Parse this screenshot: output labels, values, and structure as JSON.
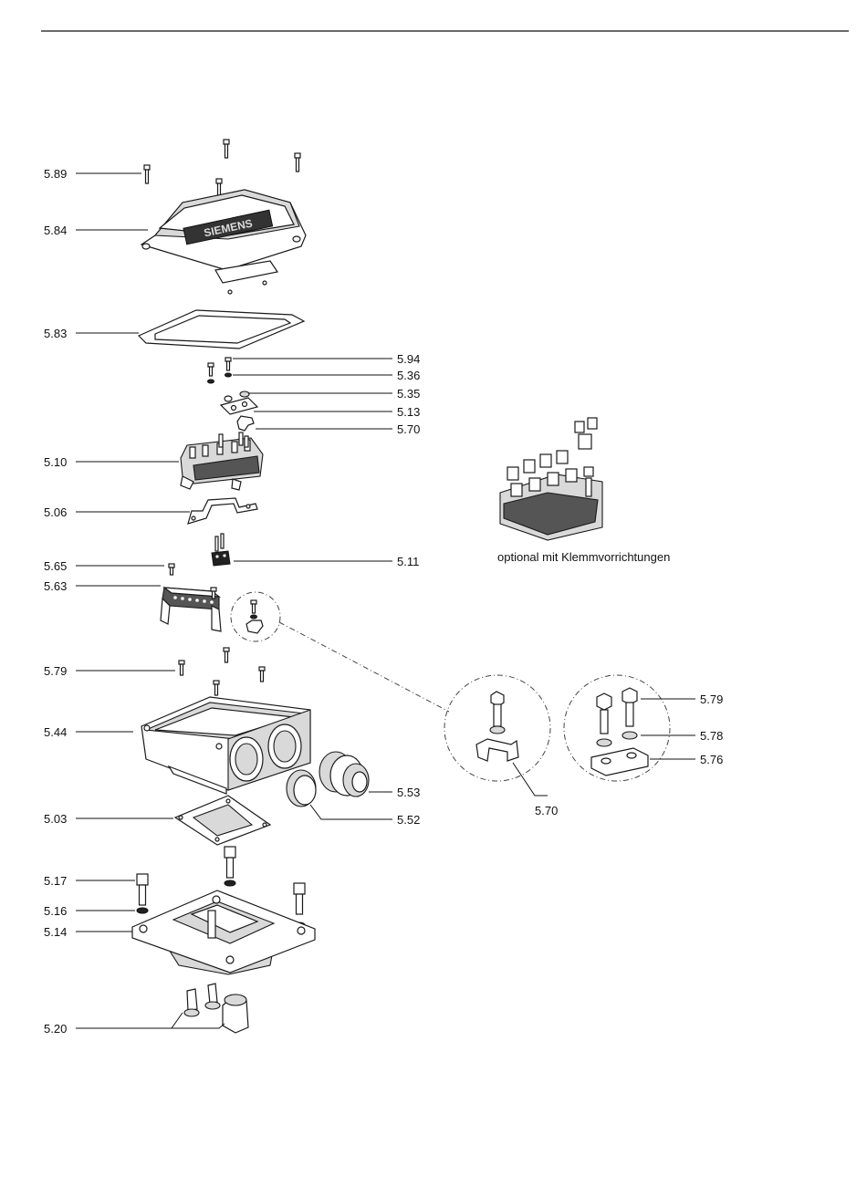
{
  "labels": {
    "l589": "5.89",
    "l584": "5.84",
    "l583": "5.83",
    "l594": "5.94",
    "l536": "5.36",
    "l535": "5.35",
    "l513": "5.13",
    "l570": "5.70",
    "l510": "5.10",
    "l506": "5.06",
    "l565": "5.65",
    "l511": "5.11",
    "l563": "5.63",
    "l579": "5.79",
    "l544": "5.44",
    "l553": "5.53",
    "l503": "5.03",
    "l552": "5.52",
    "l517": "5.17",
    "l516": "5.16",
    "l514": "5.14",
    "l520": "5.20",
    "d1_570": "5.70",
    "d2_579": "5.79",
    "d2_578": "5.78",
    "d2_576": "5.76"
  },
  "caption": "optional mit Klemmvorrichtungen",
  "logo_text": "SIEMENS"
}
